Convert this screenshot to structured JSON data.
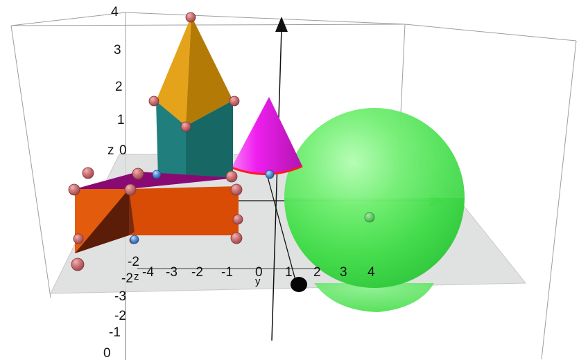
{
  "axes": {
    "z_name": "z",
    "y_name": "y",
    "z_ticks": [
      "0",
      "1",
      "2",
      "3",
      "4"
    ],
    "x_ticks": [
      "-4",
      "-3",
      "-2",
      "-1",
      "0",
      "1",
      "2",
      "3",
      "4"
    ],
    "front_ticks": [
      "-2",
      "-2",
      "-3",
      "-2",
      "-1",
      "0"
    ]
  },
  "colors": {
    "pyramid_cap": "#d99b12",
    "prism_body": "#1c7c7a",
    "cone": "#f21ff0",
    "sphere": "#46dd4c",
    "box": "#df5a0b",
    "box_top": "#7b0a69",
    "plane": "#d7d9d8",
    "vertex_pink": "#cc6f72",
    "vertex_blue": "#5a95d8",
    "axis_green": "#129f35",
    "cone_base_ring": "#ff1a1a"
  },
  "icons": {
    "vertex": "point-sphere",
    "axis_tip": "arrow-tip"
  }
}
